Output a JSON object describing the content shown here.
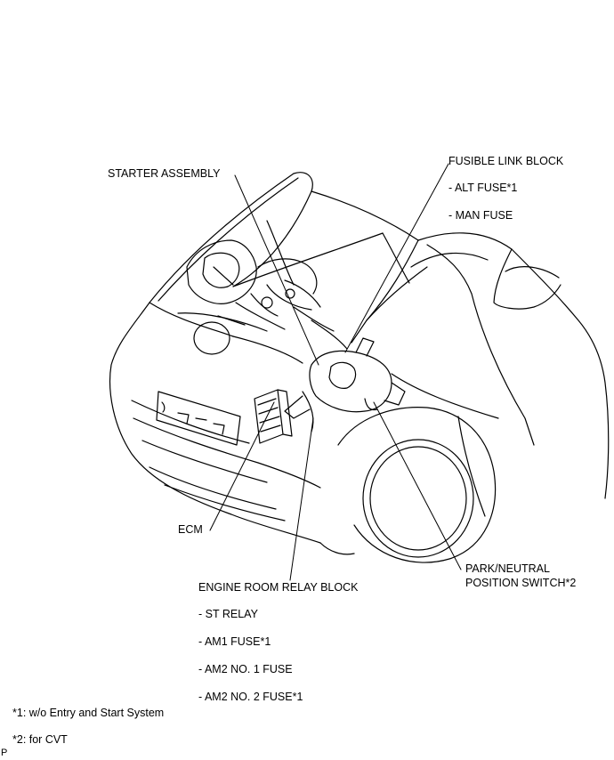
{
  "labels": {
    "starter": "STARTER ASSEMBLY",
    "fusible_link_block": "FUSIBLE LINK BLOCK",
    "alt_fuse": "- ALT FUSE*1",
    "man_fuse": "- MAN FUSE",
    "ecm": "ECM",
    "park_neutral_line1": "PARK/NEUTRAL",
    "park_neutral_line2": "POSITION SWITCH*2",
    "engine_room_relay_block": "ENGINE ROOM RELAY BLOCK",
    "st_relay": "- ST RELAY",
    "am1_fuse": "- AM1 FUSE*1",
    "am2_no1_fuse": "- AM2 NO. 1 FUSE",
    "am2_no2_fuse": "- AM2 NO. 2 FUSE*1"
  },
  "footnotes": {
    "note1": "*1: w/o Entry and Start System",
    "note2": "*2: for CVT"
  },
  "corner_mark": "P"
}
